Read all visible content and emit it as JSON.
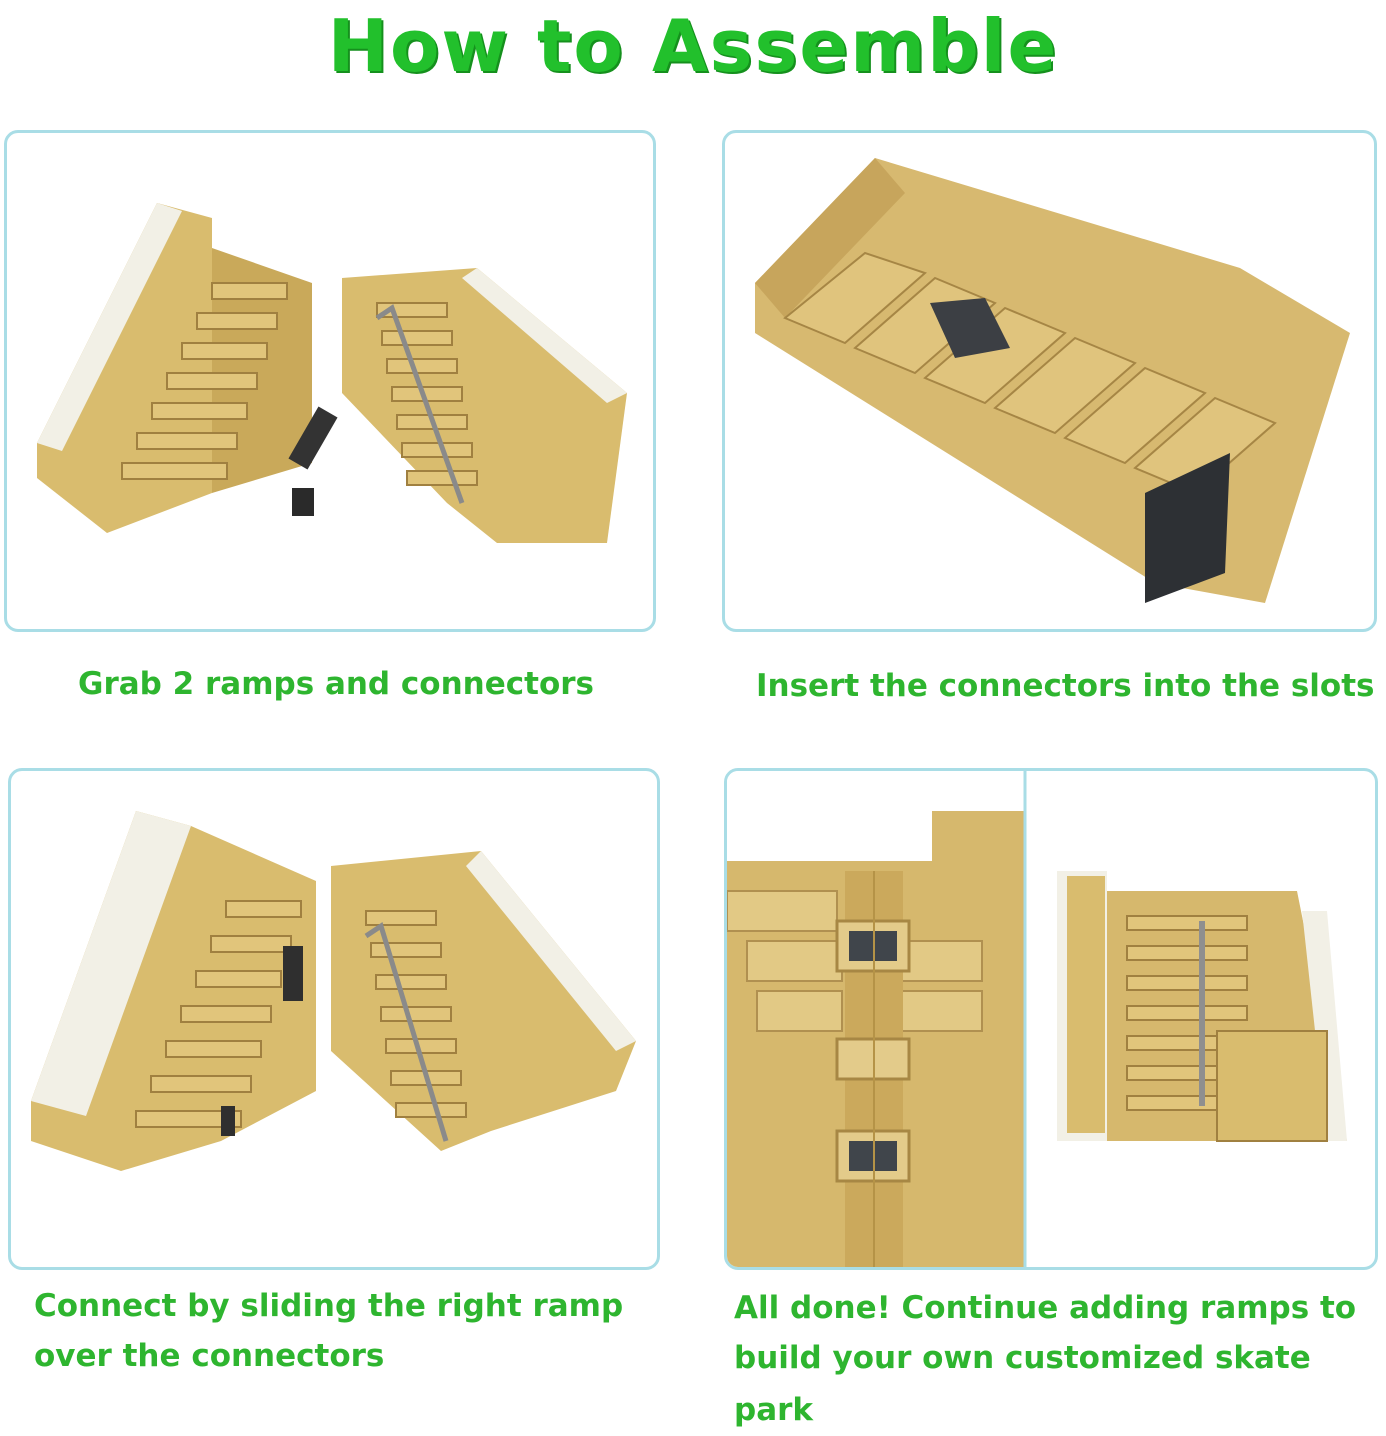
{
  "title": "How to Assemble",
  "steps": [
    {
      "caption": "Grab 2 ramps and connectors"
    },
    {
      "caption": "Insert the connectors into the slots"
    },
    {
      "caption_line1": "Connect by sliding the right ramp",
      "caption_line2": "over the connectors"
    },
    {
      "caption_line1": "All done! Continue adding ramps to",
      "caption_line2": "build your own customized skate park"
    }
  ],
  "colors": {
    "title": "#22c02c",
    "caption": "#2eb52f",
    "panel_border": "#a9dde6",
    "ramp": "#d8b86a"
  }
}
